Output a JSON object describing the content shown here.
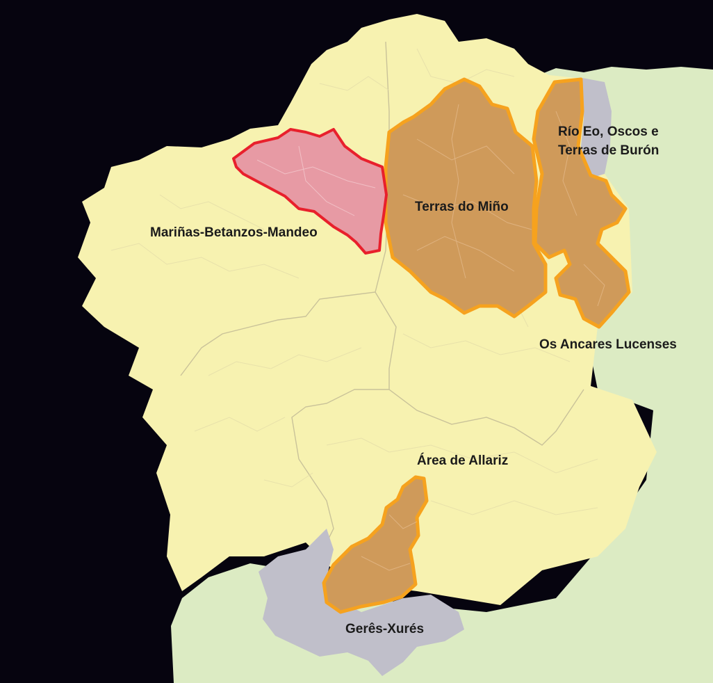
{
  "map": {
    "colors": {
      "ocean": "#06040f",
      "galicia_land": "#f7f2b0",
      "neighbor_land": "#dcebc3",
      "transboundary_reserve": "#c0bfca",
      "reserve_orange_fill": "#cf9a5a",
      "reserve_orange_border": "#f6a21e",
      "reserve_red_fill": "#e79aa4",
      "reserve_red_border": "#e8202c"
    },
    "labels": {
      "marinas": "Mariñas-Betanzos-Mandeo",
      "terras_mino": "Terras do Miño",
      "rio_eo_line1": "Río Eo, Oscos e",
      "rio_eo_line2": "Terras de Burón",
      "ancares": "Os Ancares Lucenses",
      "allariz": "Área de Allariz",
      "geres": "Gerês-Xurés"
    }
  }
}
